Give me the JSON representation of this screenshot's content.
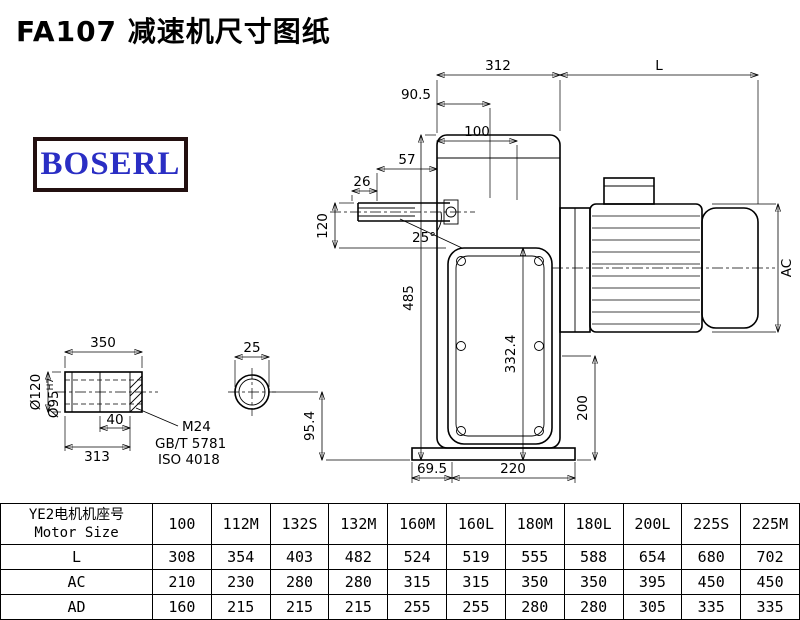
{
  "title": "FA107 减速机尺寸图纸",
  "logo": {
    "text": "BOSERL"
  },
  "dims": {
    "d312": "312",
    "L": "L",
    "d90_5": "90.5",
    "d100": "100",
    "d57": "57",
    "d26": "26",
    "d120": "120",
    "angle25": "25°",
    "d485": "485",
    "d332_4": "332.4",
    "AC": "AC",
    "d200": "200",
    "d95_4": "95.4",
    "d69_5": "69.5",
    "d220": "220",
    "d350": "350",
    "d25": "25",
    "dia120": "Ø120",
    "dia95": "Ø95",
    "dia95_tol": "H7",
    "d40": "40",
    "d313": "313",
    "thread": "M24",
    "std1": "GB/T 5781",
    "std2": "ISO 4018"
  },
  "table": {
    "header_cn": "YE2电机机座号",
    "header_en": "Motor Size",
    "columns": [
      "100",
      "112M",
      "132S",
      "132M",
      "160M",
      "160L",
      "180M",
      "180L",
      "200L",
      "225S",
      "225M"
    ],
    "rows": [
      {
        "label": "L",
        "values": [
          "308",
          "354",
          "403",
          "482",
          "524",
          "519",
          "555",
          "588",
          "654",
          "680",
          "702"
        ]
      },
      {
        "label": "AC",
        "values": [
          "210",
          "230",
          "280",
          "280",
          "315",
          "315",
          "350",
          "350",
          "395",
          "450",
          "450"
        ]
      },
      {
        "label": "AD",
        "values": [
          "160",
          "215",
          "215",
          "215",
          "255",
          "255",
          "280",
          "280",
          "305",
          "335",
          "335"
        ]
      }
    ]
  }
}
